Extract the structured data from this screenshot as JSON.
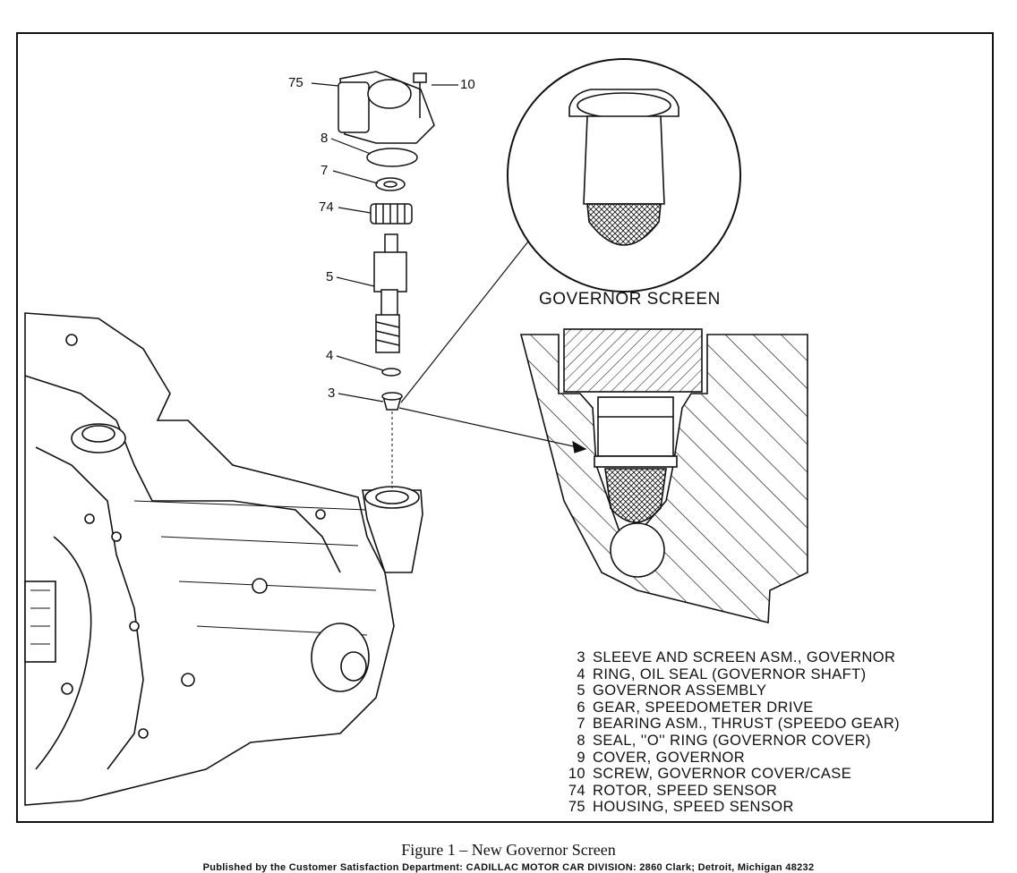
{
  "callouts": {
    "c75": "75",
    "c10": "10",
    "c8": "8",
    "c7": "7",
    "c74": "74",
    "c5": "5",
    "c4": "4",
    "c3": "3"
  },
  "inset_title": "GOVERNOR SCREEN",
  "legend": [
    {
      "num": "3",
      "text": "SLEEVE AND SCREEN ASM., GOVERNOR"
    },
    {
      "num": "4",
      "text": "RING, OIL SEAL (GOVERNOR SHAFT)"
    },
    {
      "num": "5",
      "text": "GOVERNOR ASSEMBLY"
    },
    {
      "num": "6",
      "text": "GEAR, SPEEDOMETER DRIVE"
    },
    {
      "num": "7",
      "text": "BEARING ASM., THRUST (SPEEDO GEAR)"
    },
    {
      "num": "8",
      "text": "SEAL, ''O'' RING (GOVERNOR COVER)"
    },
    {
      "num": "9",
      "text": "COVER, GOVERNOR"
    },
    {
      "num": "10",
      "text": "SCREW, GOVERNOR COVER/CASE"
    },
    {
      "num": "74",
      "text": "ROTOR, SPEED SENSOR"
    },
    {
      "num": "75",
      "text": "HOUSING, SPEED SENSOR"
    }
  ],
  "caption": "Figure 1 – New Governor Screen",
  "publisher": "Published by the Customer Satisfaction Department: CADILLAC MOTOR CAR DIVISION: 2860 Clark; Detroit, Michigan 48232"
}
